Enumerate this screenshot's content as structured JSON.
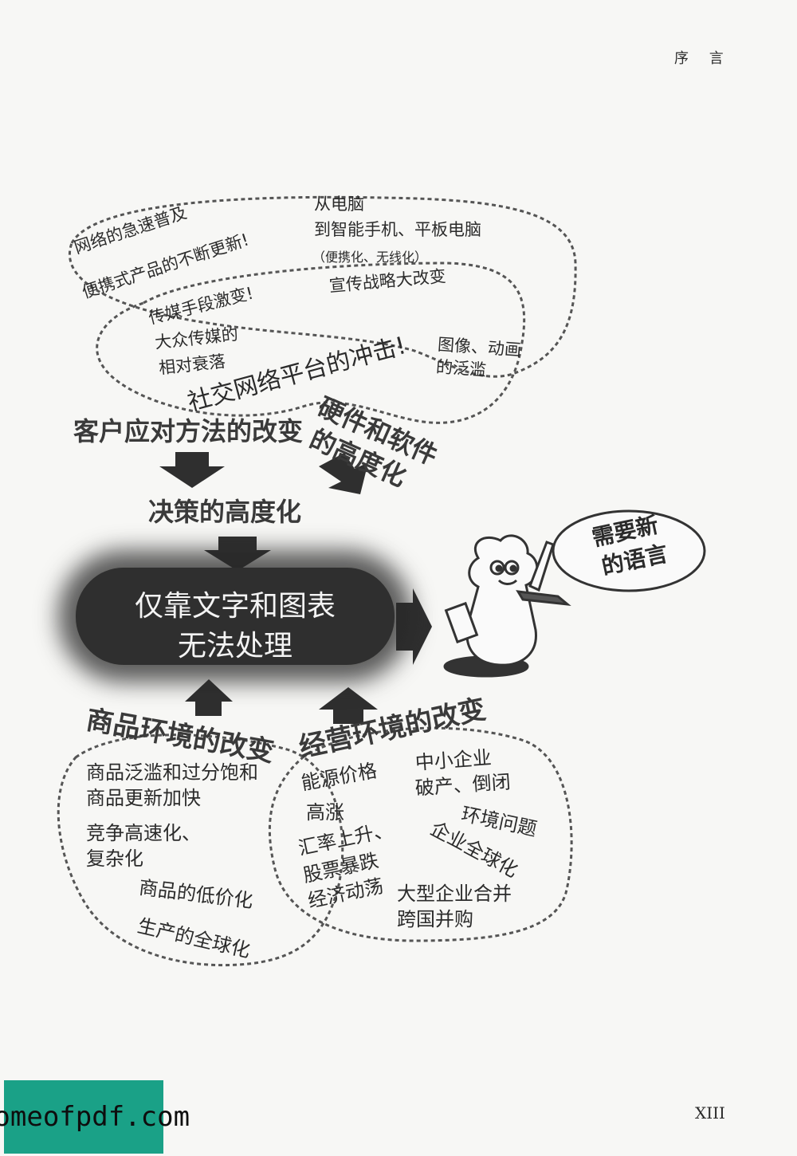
{
  "header": {
    "title": "序 言",
    "page_number": "XIII"
  },
  "top_cluster": {
    "network": [
      "网络的急速普及",
      "便携式产品的不断更新!"
    ],
    "pc": [
      "从电脑",
      "到智能手机、平板电脑"
    ],
    "portable": "（便携化、无线化）",
    "media_change": "传媒手段激变!",
    "strategy": "宣传战略大改变",
    "mass_media": [
      "大众传媒的",
      "相对衰落"
    ],
    "sns": "社交网络平台的冲击!",
    "images": [
      "图像、动画",
      "的泛滥"
    ]
  },
  "flow": {
    "customer": "客户应对方法的改变",
    "hardware": [
      "硬件和软件",
      "的高度化"
    ],
    "decision": "决策的高度化",
    "core": [
      "仅靠文字和图表",
      "无法处理"
    ],
    "speech": [
      "需要新",
      "的语言"
    ]
  },
  "bottom_left": {
    "title": "商品环境的改变",
    "glut": [
      "商品泛滥和过分饱和",
      "商品更新加快"
    ],
    "speed": [
      "竞争高速化、",
      "复杂化"
    ],
    "low_price": "商品的低价化",
    "global_production": "生产的全球化"
  },
  "bottom_right": {
    "title": "经营环境的改变",
    "energy": [
      "能源价格",
      "高涨"
    ],
    "sme": [
      "中小企业",
      "破产、倒闭"
    ],
    "environment": "环境问题",
    "company_global": "企业全球化",
    "fx": [
      "汇率上升、",
      "股票暴跌",
      "经济动荡"
    ],
    "merger": [
      "大型企业合并",
      "跨国并购"
    ]
  },
  "watermark": "homeofpdf.com"
}
